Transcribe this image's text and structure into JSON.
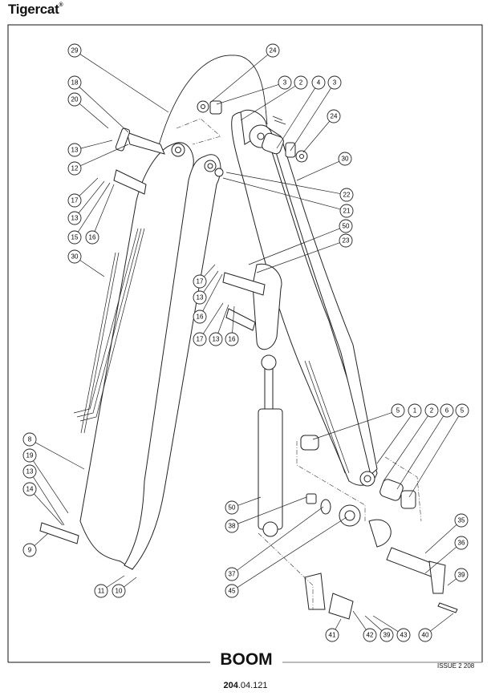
{
  "header": {
    "brand": "Tigercat",
    "brand_mark": "®"
  },
  "drawing": {
    "title": "BOOM",
    "issue": "ISSUE 2 208",
    "page_number_bold": "204",
    "page_number_rest": ".04.121",
    "callouts": [
      "29",
      "24",
      "18",
      "20",
      "3",
      "2",
      "4",
      "3",
      "24",
      "13",
      "12",
      "30",
      "22",
      "21",
      "17",
      "13",
      "15",
      "16",
      "50",
      "23",
      "30",
      "17",
      "13",
      "16",
      "17",
      "13",
      "16",
      "5",
      "1",
      "2",
      "6",
      "5",
      "8",
      "19",
      "13",
      "14",
      "9",
      "11",
      "10",
      "50",
      "38",
      "35",
      "36",
      "39",
      "37",
      "45",
      "41",
      "42",
      "39",
      "43",
      "40"
    ]
  }
}
